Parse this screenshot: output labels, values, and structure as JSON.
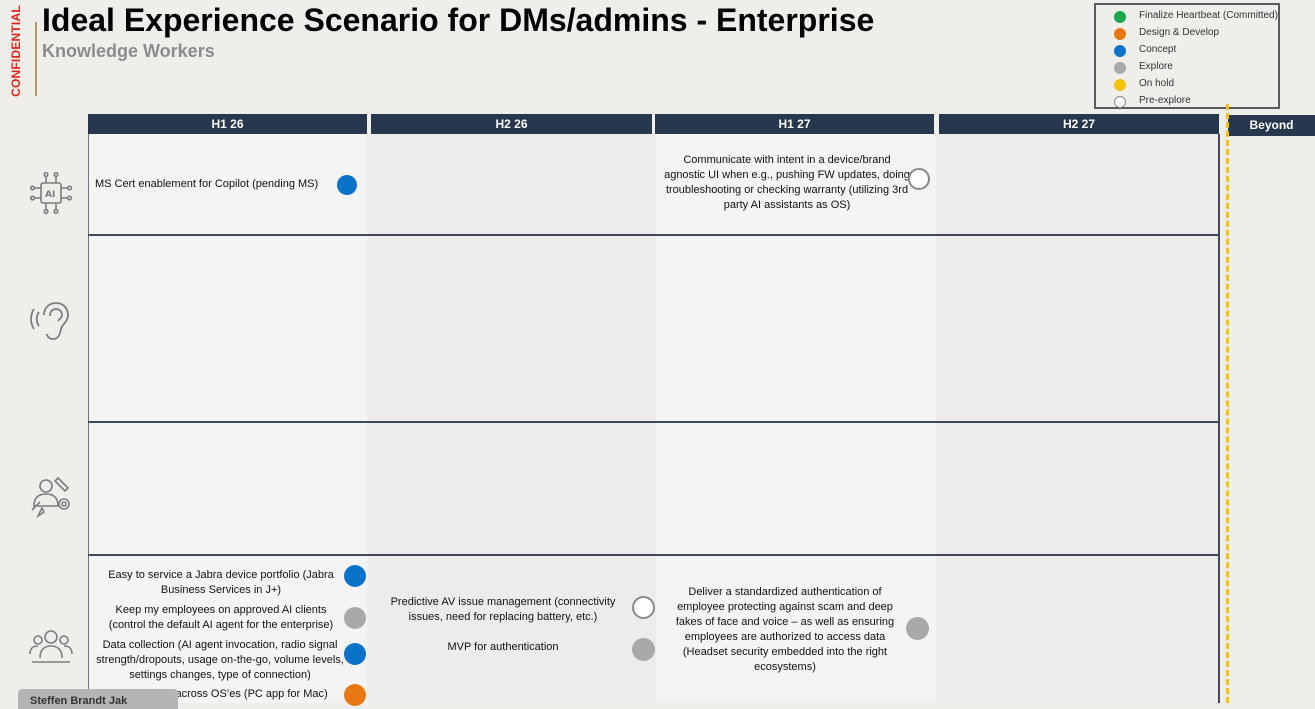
{
  "confidential_label": "CONFIDENTIAL",
  "header": {
    "title": "Ideal Experience Scenario for DMs/admins - Enterprise",
    "subtitle": "Knowledge Workers"
  },
  "legend": {
    "items": [
      {
        "label": "Finalize Heartbeat (Committed)",
        "color": "#1aa84b"
      },
      {
        "label": "Design & Develop",
        "color": "#e87812"
      },
      {
        "label": "Concept",
        "color": "#0a72c8"
      },
      {
        "label": "Explore",
        "color": "#a9a9a9"
      },
      {
        "label": "On hold",
        "color": "#f4c20d"
      },
      {
        "label": "Pre-explore",
        "color": "#ffffff"
      }
    ]
  },
  "columns": [
    {
      "label": "H1 26"
    },
    {
      "label": "H2 26"
    },
    {
      "label": "H1 27"
    },
    {
      "label": "H2 27"
    },
    {
      "label": "Beyond"
    }
  ],
  "row_icons": [
    "ai-chip-icon",
    "ear-icon",
    "person-tools-icon",
    "user-group-icon"
  ],
  "cells": {
    "r1_h126": {
      "text": "MS Cert enablement for Copilot (pending MS)",
      "status": "Concept"
    },
    "r1_h127": {
      "text": "Communicate with intent in a device/brand agnostic UI when e.g., pushing FW updates, doing troubleshooting or checking warranty (utilizing 3rd party AI assistants as OS)",
      "status": "Pre-explore"
    },
    "r4_h126_a": {
      "text": "Easy to service a Jabra device portfolio (Jabra Business Services in J+)",
      "status": "Concept"
    },
    "r4_h126_b": {
      "text": "Keep my employees on approved AI clients (control the default AI agent for the enterprise)",
      "status": "Explore"
    },
    "r4_h126_c": {
      "text": "Data collection (AI agent invocation, radio signal strength/dropouts, usage on-the-go, volume levels, settings changes, type of connection)",
      "status": "Concept"
    },
    "r4_h126_d": {
      "text": "Manage HS across OS’es (PC app for Mac)",
      "status": "Design & Develop"
    },
    "r4_h226_a": {
      "text": "Predictive AV issue management (connectivity issues, need for replacing battery, etc.)",
      "status": "Pre-explore"
    },
    "r4_h226_b": {
      "text": "MVP for authentication",
      "status": "Explore"
    },
    "r4_h127": {
      "text": "Deliver a standardized authentication of employee protecting against scam and deep fakes of face and voice – as well as ensuring employees are authorized to access data (Headset security embedded into the right ecosystems)",
      "status": "Explore"
    }
  },
  "footer_tab": {
    "label": "Steffen Brandt Jak"
  }
}
